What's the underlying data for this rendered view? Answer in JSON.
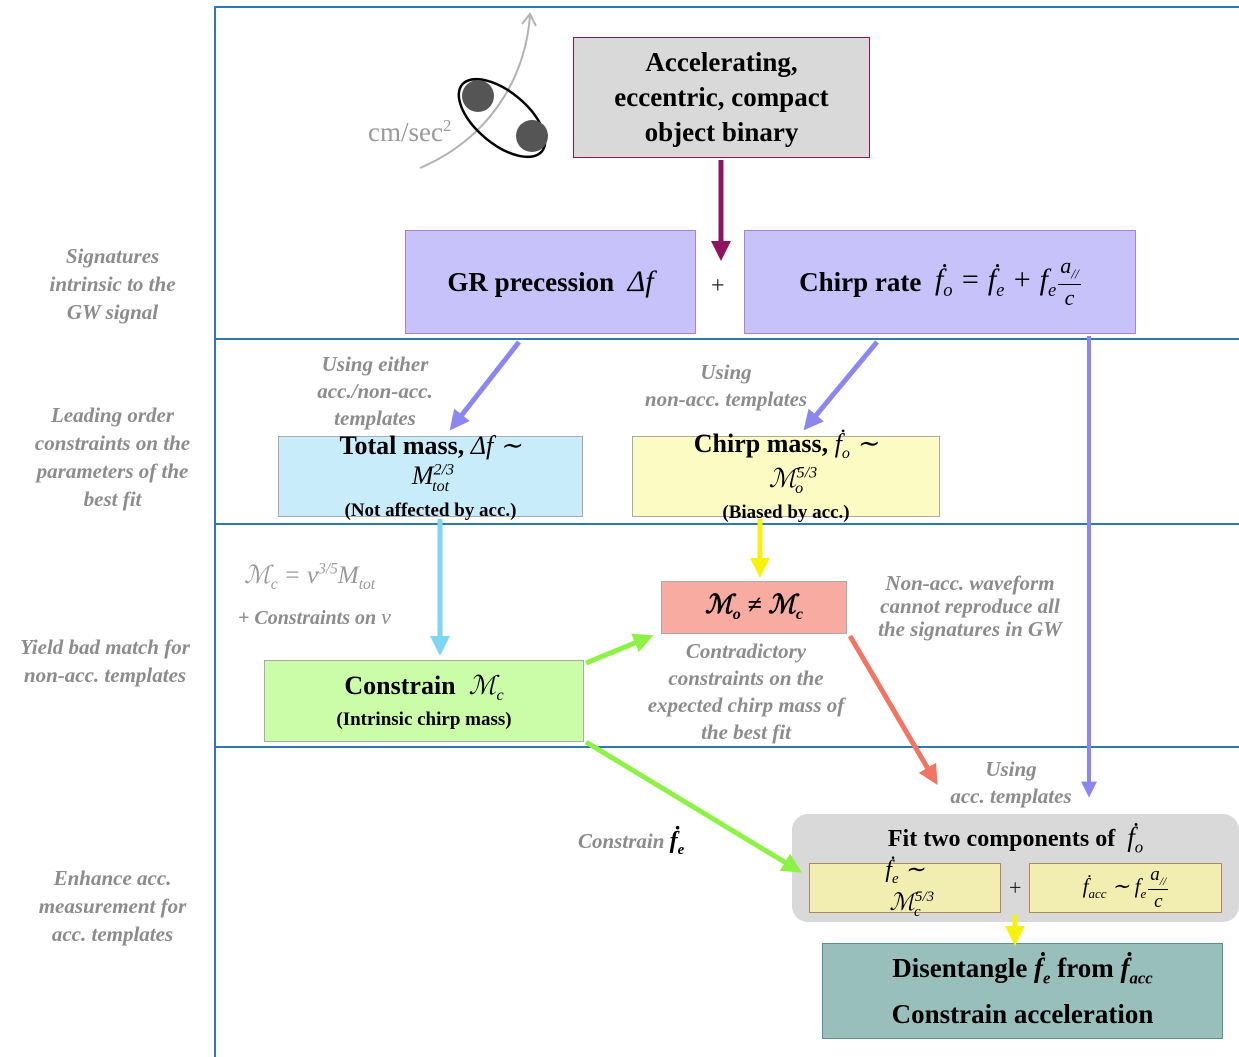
{
  "colors": {
    "grid": "#2e78b5",
    "label_gray": "#8c8c8c",
    "gray_box": "#d9d9d9",
    "purple_box": "#c8c2fb",
    "cyan_box": "#c9ecfb",
    "yellow_box": "#fdfbc4",
    "red_box": "#f8aba0",
    "green_box": "#cbfca8",
    "olive_box": "#f2edb0",
    "teal_box": "#98bfbb",
    "arrow_maroon": "#8e1460",
    "arrow_purple": "#8c86f0",
    "arrow_cyan": "#7fd6f2",
    "arrow_yellow": "#f6f20e",
    "arrow_green": "#8ef246",
    "arrow_red": "#f27462"
  },
  "row_labels": {
    "row1": [
      "Signatures",
      "intrinsic to the",
      "GW signal"
    ],
    "row2": [
      "Leading order",
      "constraints on the",
      "parameters of the",
      "best fit"
    ],
    "row3": [
      "Yield bad match for",
      "non-acc. templates"
    ],
    "row4": [
      "Enhance acc.",
      "measurement for",
      "acc. templates"
    ]
  },
  "binary_illustration": {
    "unit_text": "cm/sec",
    "unit_exp": "2"
  },
  "boxes": {
    "binary": [
      "Accelerating,",
      "eccentric, compact",
      "object binary"
    ],
    "gr_precession": {
      "label": "GR precession",
      "math": "Δf"
    },
    "plus_top": "+",
    "chirp_rate": {
      "label": "Chirp rate",
      "lhs": "ḟ",
      "lhs_sub": "o",
      "eq": "=",
      "t1": "ḟ",
      "t1_sub": "e",
      "plus": "+",
      "t2": "f",
      "t2_sub": "e",
      "frac_num": "a",
      "frac_num_sub": "//",
      "frac_den": "c"
    },
    "total_mass": {
      "label": "Total mass,",
      "math_prefix": "Δf ∼ M",
      "math_sup": "2/3",
      "math_sub": "tot",
      "sub": "(Not affected by acc.)"
    },
    "chirp_mass": {
      "label": "Chirp mass,",
      "math_prefix": "ḟ",
      "math_prefix_sub": "o",
      "math_mid": "∼ ℳ",
      "math_sup": "5/3",
      "math_sub": "o",
      "sub": "(Biased by acc.)"
    },
    "mismatch": {
      "left": "ℳ",
      "left_sub": "o",
      "neq": "≠",
      "right": "ℳ",
      "right_sub": "c"
    },
    "constrain_mc": {
      "label": "Constrain",
      "math": "ℳ",
      "math_sub": "c",
      "sub": "(Intrinsic chirp mass)"
    },
    "fit_two": {
      "label": "Fit two components of",
      "math": "ḟ",
      "math_sub": "o"
    },
    "fe_comp": {
      "lhs": "ḟ",
      "lhs_sub": "e",
      "mid": "∼ ℳ",
      "sup": "5/3",
      "sub": "c"
    },
    "plus_fit": "+",
    "facc_comp": {
      "lhs": "ḟ",
      "lhs_sub": "acc",
      "mid": "∼ f",
      "mid_sub": "e",
      "frac_num": "a",
      "frac_num_sub": "//",
      "frac_den": "c"
    },
    "disentangle": {
      "line1_a": "Disentangle",
      "line1_m1": "ḟ",
      "line1_m1_sub": "e",
      "line1_b": "from",
      "line1_m2": "ḟ",
      "line1_m2_sub": "acc",
      "line2": "Constrain acceleration"
    }
  },
  "notes": {
    "using_either": [
      "Using either",
      "acc./non-acc.",
      "templates"
    ],
    "using_nonacc": [
      "Using",
      "non-acc. templates"
    ],
    "mc_relation": {
      "lhs": "ℳ",
      "lhs_sub": "c",
      "eq": "= ν",
      "sup": "3/5",
      "rest": "M",
      "rest_sub": "tot"
    },
    "constraints_nu": {
      "text": "+ Constraints on",
      "math": "ν"
    },
    "contradictory": [
      "Contradictory",
      "constraints on the",
      "expected chirp mass of",
      "the best fit"
    ],
    "nonacc_waveform": [
      "Non-acc. waveform",
      "cannot reproduce all",
      "the signatures in GW"
    ],
    "using_acc": [
      "Using",
      "acc. templates"
    ],
    "constrain_fe": {
      "text": "Constrain",
      "math": "ḟ",
      "math_sub": "e"
    }
  }
}
